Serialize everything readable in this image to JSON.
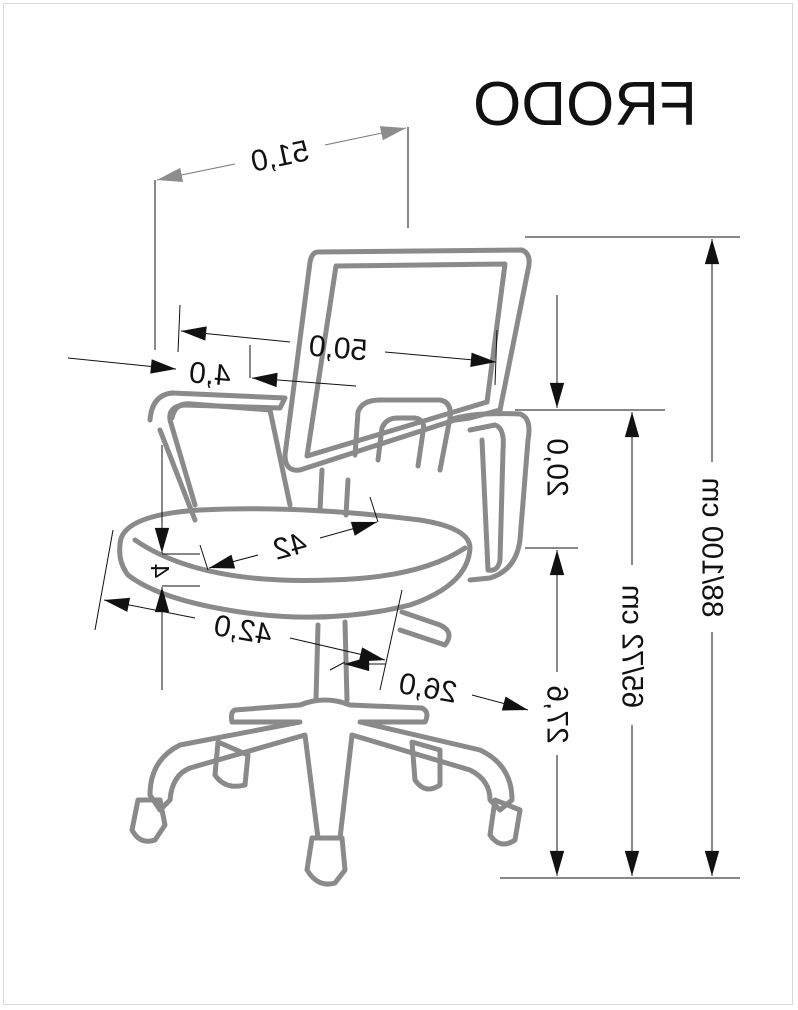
{
  "title": "FRODO",
  "dimensions": {
    "overall_width": "51,0",
    "backrest_width": "50,0",
    "armrest_offset": "4,0",
    "seat_depth": "42",
    "seat_thickness": "4",
    "seat_width": "42,0",
    "base_radius": "26,0",
    "backrest_height": "20,0",
    "base_to_armrest": "27,6",
    "seat_height": "65/72 cm",
    "total_height": "88/100 cm"
  },
  "colors": {
    "line": "#111111",
    "chair": "#8a8a8a",
    "arrow_gray": "#8c8c8c"
  }
}
